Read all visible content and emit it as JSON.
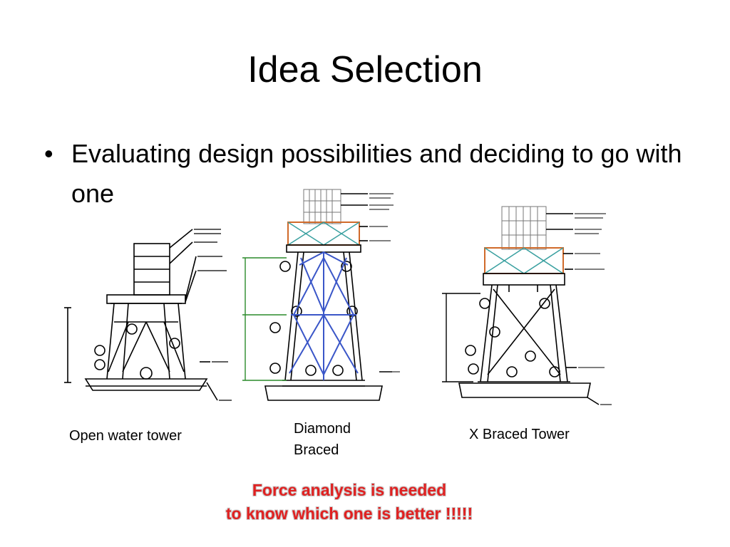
{
  "slide": {
    "title": "Idea Selection",
    "bullet_symbol": "•",
    "bullet_text": "Evaluating design possibilities and deciding to go with one"
  },
  "captions": {
    "open": "Open water tower",
    "diamond": "Diamond Braced",
    "xbraced": "X Braced Tower"
  },
  "note": {
    "line1": "Force analysis is needed",
    "line2": "to know which one is better !!!!!"
  },
  "colors": {
    "note_text": "#e02020",
    "brace_blue": "#3a56c8",
    "deck_orange": "#d06a2a",
    "panel_teal": "#3aa0a0",
    "dimension_green": "#2a8a2a"
  }
}
